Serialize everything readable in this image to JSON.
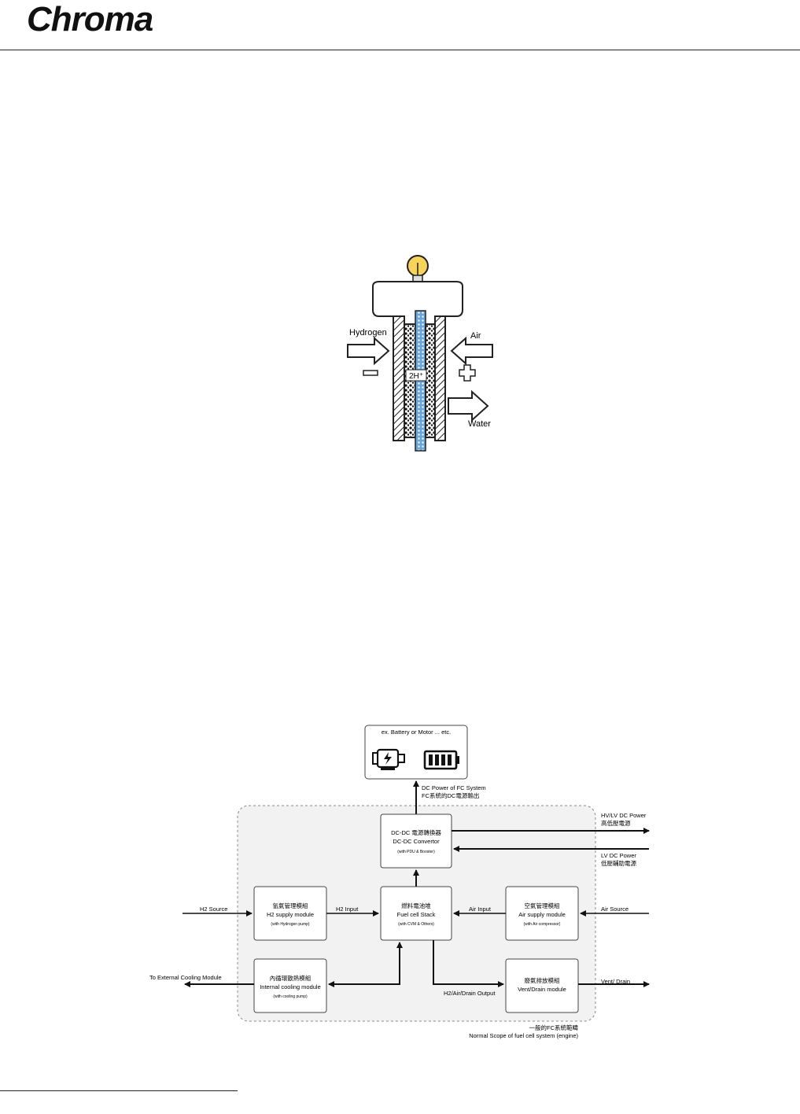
{
  "header": {
    "logo_text": "Chroma"
  },
  "cell_diagram": {
    "label_hydrogen": "Hydrogen",
    "label_air": "Air",
    "label_water": "Water",
    "label_ion": "2H⁺"
  },
  "system_diagram": {
    "load_box_title": "ex. Battery or Motor ... etc.",
    "dc_power_label_en": "DC Power of FC System",
    "dc_power_label_zh": "FC系統的DC電源輸出",
    "dcdc": {
      "zh": "DC-DC 電源轉換器",
      "en": "DC-DC Convertor",
      "note": "(with PDU & Booster)"
    },
    "stack": {
      "zh": "燃料電池堆",
      "en": "Fuel cell Stack",
      "note": "(with CVM & Others)"
    },
    "h2_module": {
      "zh": "氫氣管理模組",
      "en": "H2 supply module",
      "note": "(with Hydrogen pump)"
    },
    "air_module": {
      "zh": "空氣管理模組",
      "en": "Air supply module",
      "note": "(with Air compressor)"
    },
    "cooling_module": {
      "zh": "內循環散熱模組",
      "en": "Internal cooling module",
      "note": "(with cooling pump)"
    },
    "vent_module": {
      "zh": "廢氣排放模組",
      "en": "Vent/Drain module"
    },
    "hv_power_en": "HV/LV DC Power",
    "hv_power_zh": "高低壓電源",
    "lv_power_en": "LV DC Power",
    "lv_power_zh": "低壓輔助電源",
    "h2_source": "H2 Source",
    "h2_input": "H2 Input",
    "air_input": "Air Input",
    "air_source": "Air Source",
    "to_cooling": "To External Cooling Module",
    "drain_output": "H2/Air/Drain Output",
    "vent_drain": "Vent/ Drain",
    "scope_zh": "一般的FC系統範疇",
    "scope_en": "Normal Scope of fuel cell system (engine)"
  }
}
